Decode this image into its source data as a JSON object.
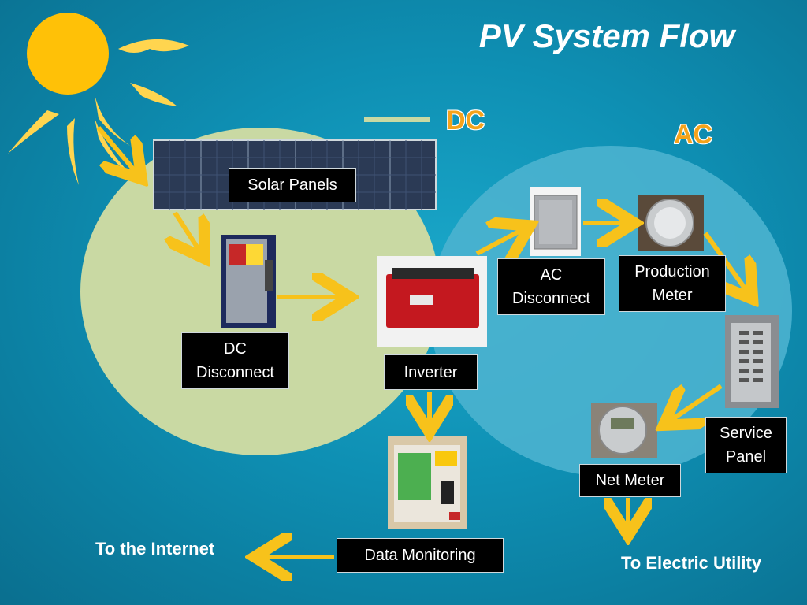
{
  "slide": {
    "title": "PV System Flow",
    "zones": {
      "dc": "DC",
      "ac": "AC"
    }
  },
  "components": {
    "solar_panels": "Solar Panels",
    "dc_disconnect": "DC\nDisconnect",
    "inverter": "Inverter",
    "ac_disconnect": "AC\nDisconnect",
    "production_meter": "Production\nMeter",
    "service_panel": "Service\nPanel",
    "net_meter": "Net Meter",
    "data_monitoring": "Data Monitoring"
  },
  "outputs": {
    "internet": "To the Internet",
    "utility": "To Electric Utility"
  },
  "colors": {
    "background": "#0e8fb3",
    "dc_circle": "#c9d9a3",
    "ac_circle": "#4bb3cf",
    "arrow": "#f7c21b",
    "sun": "#ffc107",
    "zone_label": "#f5a31b"
  }
}
